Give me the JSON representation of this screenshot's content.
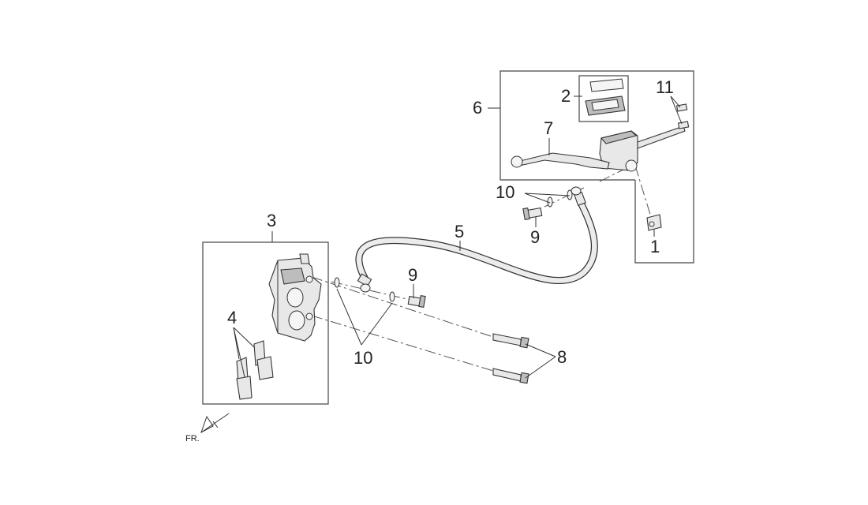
{
  "callouts": {
    "c1": "1",
    "c2": "2",
    "c3": "3",
    "c4": "4",
    "c5": "5",
    "c6": "6",
    "c7": "7",
    "c8": "8",
    "c9a": "9",
    "c9b": "9",
    "c10a": "10",
    "c10b": "10",
    "c11": "11"
  },
  "direction_label": "FR."
}
